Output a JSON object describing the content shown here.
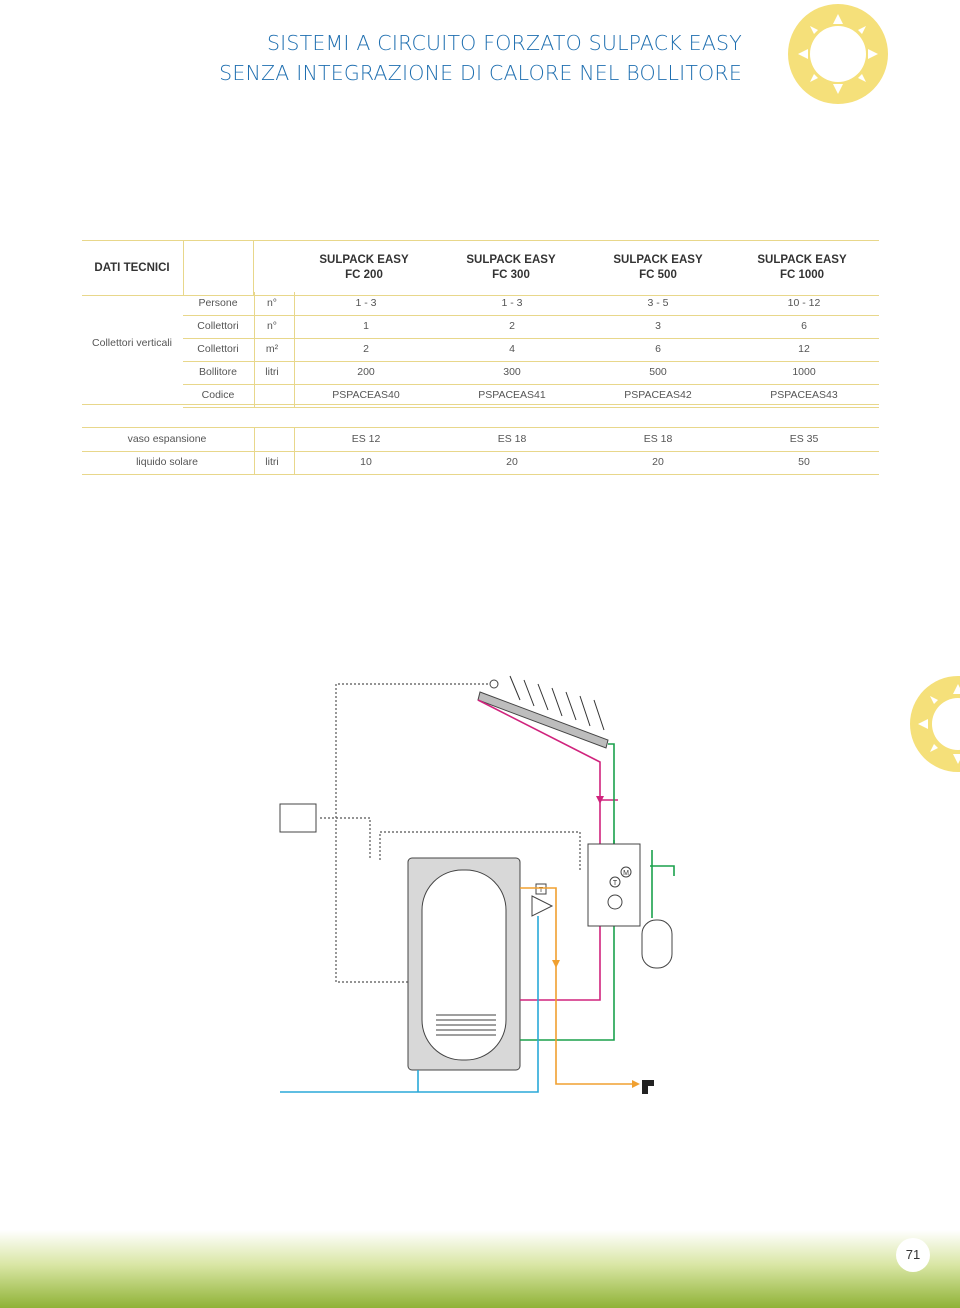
{
  "title": {
    "line1": "SISTEMI A CIRCUITO FORZATO SULPACK EASY",
    "line2": "SENZA INTEGRAZIONE DI CALORE NEL BOLLITORE"
  },
  "table": {
    "header_label": "DATI TECNICI",
    "models": [
      {
        "line1": "SULPACK EASY",
        "line2": "FC 200"
      },
      {
        "line1": "SULPACK EASY",
        "line2": "FC 300"
      },
      {
        "line1": "SULPACK EASY",
        "line2": "FC 500"
      },
      {
        "line1": "SULPACK EASY",
        "line2": "FC 1000"
      }
    ],
    "group_label": "Collettori verticali",
    "rows": [
      {
        "name": "Persone",
        "unit": "n°",
        "values": [
          "1 - 3",
          "1 - 3",
          "3 - 5",
          "10 - 12"
        ]
      },
      {
        "name": "Collettori",
        "unit": "n°",
        "values": [
          "1",
          "2",
          "3",
          "6"
        ]
      },
      {
        "name": "Collettori",
        "unit": "m²",
        "values": [
          "2",
          "4",
          "6",
          "12"
        ]
      },
      {
        "name": "Bollitore",
        "unit": "litri",
        "values": [
          "200",
          "300",
          "500",
          "1000"
        ]
      },
      {
        "name": "Codice",
        "unit": "",
        "values": [
          "PSPACEAS40",
          "PSPACEAS41",
          "PSPACEAS42",
          "PSPACEAS43"
        ]
      }
    ]
  },
  "table2": {
    "rows": [
      {
        "name": "vaso espansione",
        "unit": "",
        "values": [
          "ES 12",
          "ES 18",
          "ES 18",
          "ES 35"
        ]
      },
      {
        "name": "liquido solare",
        "unit": "litri",
        "values": [
          "10",
          "20",
          "20",
          "50"
        ]
      }
    ]
  },
  "diagram": {
    "valve_label": "T",
    "module_labels": [
      "T",
      "M"
    ]
  },
  "colors": {
    "title_blue": "#1f6fb0",
    "sun_yellow": "#f5e07a",
    "table_line": "#e8d78b",
    "pipe_magenta": "#d0237d",
    "pipe_green": "#1aa14c",
    "pipe_cyan": "#2aa9d8",
    "pipe_orange": "#f0a030",
    "ground_green": "#a9c94a"
  },
  "page_number": "71"
}
